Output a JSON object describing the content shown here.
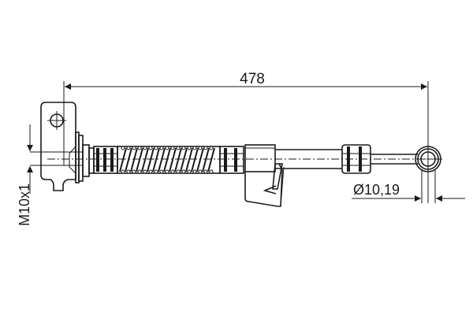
{
  "drawing": {
    "type": "technical-drawing",
    "subject": "brake hose",
    "line_color": "#1a1a1a",
    "background": "#ffffff"
  },
  "dimensions": {
    "length": {
      "value": "478",
      "orientation": "horizontal"
    },
    "thread": {
      "value": "M10x1",
      "orientation": "vertical"
    },
    "eye_diameter": {
      "value": "Ø10,19",
      "orientation": "horizontal"
    }
  },
  "parts": [
    {
      "name": "mounting-bracket",
      "position": "left"
    },
    {
      "name": "threaded-fitting",
      "position": "left"
    },
    {
      "name": "spring-guard",
      "position": "left-center"
    },
    {
      "name": "retaining-clip",
      "position": "center"
    },
    {
      "name": "hose",
      "position": "center-right"
    },
    {
      "name": "banjo-eye",
      "position": "right"
    }
  ]
}
